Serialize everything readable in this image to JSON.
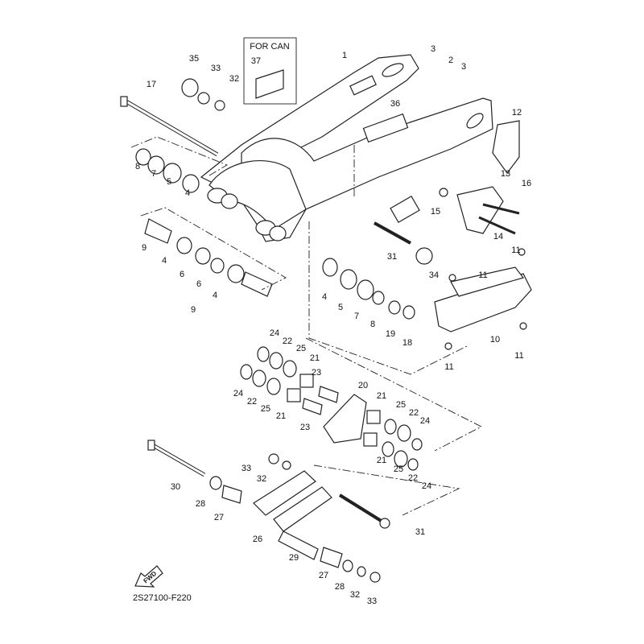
{
  "diagram": {
    "for_can_label": "FOR CAN",
    "fwd_label": "FWD",
    "diagram_code": "2S27100-F220",
    "line_color": "#222222",
    "part_labels": [
      "1",
      "2",
      "3",
      "3",
      "37",
      "35",
      "33",
      "32",
      "17",
      "36",
      "12",
      "8",
      "7",
      "5",
      "4",
      "13",
      "16",
      "15",
      "14",
      "9",
      "4",
      "6",
      "6",
      "4",
      "9",
      "31",
      "11",
      "11",
      "34",
      "4",
      "5",
      "7",
      "8",
      "19",
      "18",
      "10",
      "11",
      "11",
      "24",
      "22",
      "25",
      "21",
      "24",
      "22",
      "25",
      "21",
      "23",
      "20",
      "21",
      "23",
      "25",
      "22",
      "24",
      "21",
      "25",
      "22",
      "24",
      "33",
      "32",
      "30",
      "28",
      "27",
      "26",
      "31",
      "29",
      "27",
      "28",
      "32",
      "33"
    ]
  }
}
